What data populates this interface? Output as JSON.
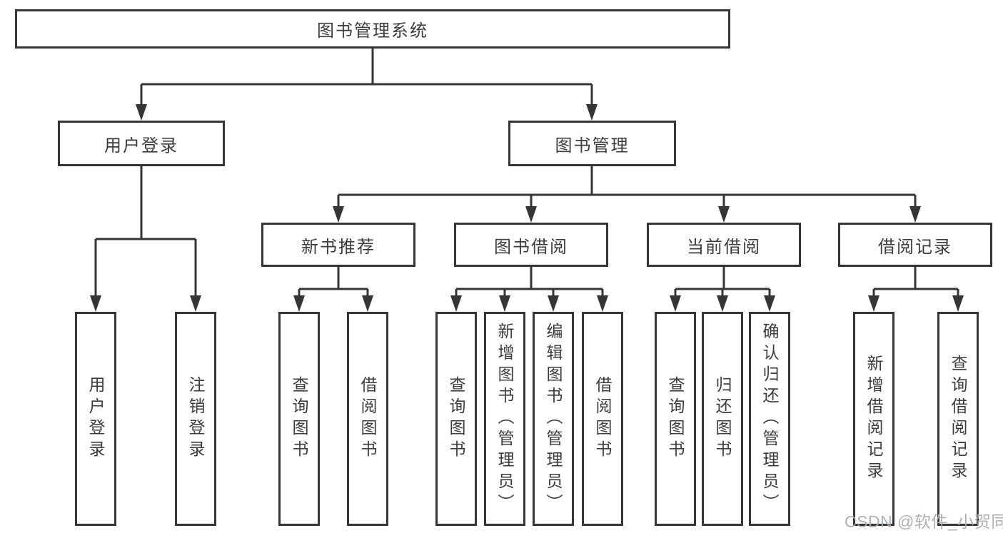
{
  "root": {
    "label": "图书管理系统"
  },
  "branches": [
    {
      "label": "用户登录",
      "leaves": [
        "用户登录",
        "注销登录"
      ]
    },
    {
      "label": "图书管理",
      "sections": [
        {
          "label": "新书推荐",
          "leaves": [
            "查询图书",
            "借阅图书"
          ]
        },
        {
          "label": "图书借阅",
          "leaves": [
            "查询图书",
            "新增图书（管理员）",
            "编辑图书（管理员）",
            "借阅图书"
          ]
        },
        {
          "label": "当前借阅",
          "leaves": [
            "查询图书",
            "归还图书",
            "确认归还（管理员）"
          ]
        },
        {
          "label": "借阅记录",
          "leaves": [
            "新增借阅记录",
            "查询借阅记录"
          ]
        }
      ]
    }
  ],
  "watermark": {
    "text": "CSDN @软件_小贺同学"
  },
  "colors": {
    "line": "#353535",
    "text": "#3d3d3d",
    "background": "#ffffff",
    "watermark": "#a6abb2"
  }
}
